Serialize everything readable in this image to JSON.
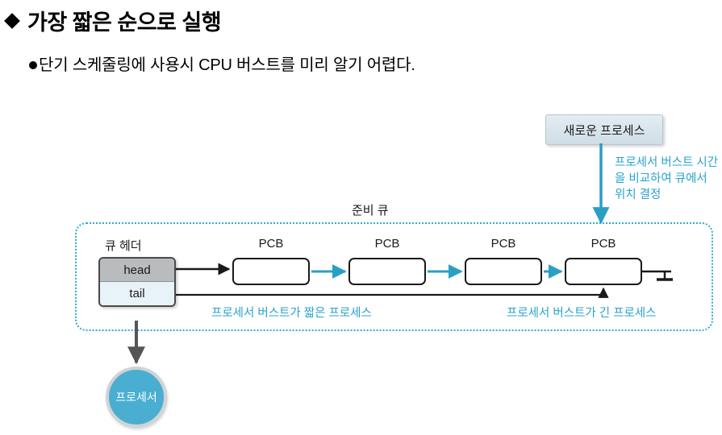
{
  "slide": {
    "title": "가장 짧은 순으로 실행",
    "bullet": "단기 스케줄링에 사용시 CPU 버스트를 미리 알기 어렵다."
  },
  "diagram": {
    "new_process_box": "새로운 프로세스",
    "side_note": "프로세서 버스트 시간을 비교하여 큐에서 위치 결정",
    "queue_label": "준비 큐",
    "queue_header_label": "큐 헤더",
    "queue_header_rows": [
      {
        "label": "head"
      },
      {
        "label": "tail"
      }
    ],
    "pcb_nodes": [
      {
        "label": "PCB"
      },
      {
        "label": "PCB"
      },
      {
        "label": "PCB"
      },
      {
        "label": "PCB"
      }
    ],
    "note_short": "프로세서 버스트가 짧은 프로세스",
    "note_long": "프로세서 버스트가 긴 프로세스",
    "processor": "프로세서"
  },
  "colors": {
    "accent_blue": "#29a3cc",
    "queue_border": "#2badd4",
    "processor_fill": "#4aaed1",
    "head_row": "#b8bcbd",
    "tail_row": "#e7f2f9",
    "arrow_dark": "#1a1a1a",
    "arrow_gray": "#555555"
  }
}
